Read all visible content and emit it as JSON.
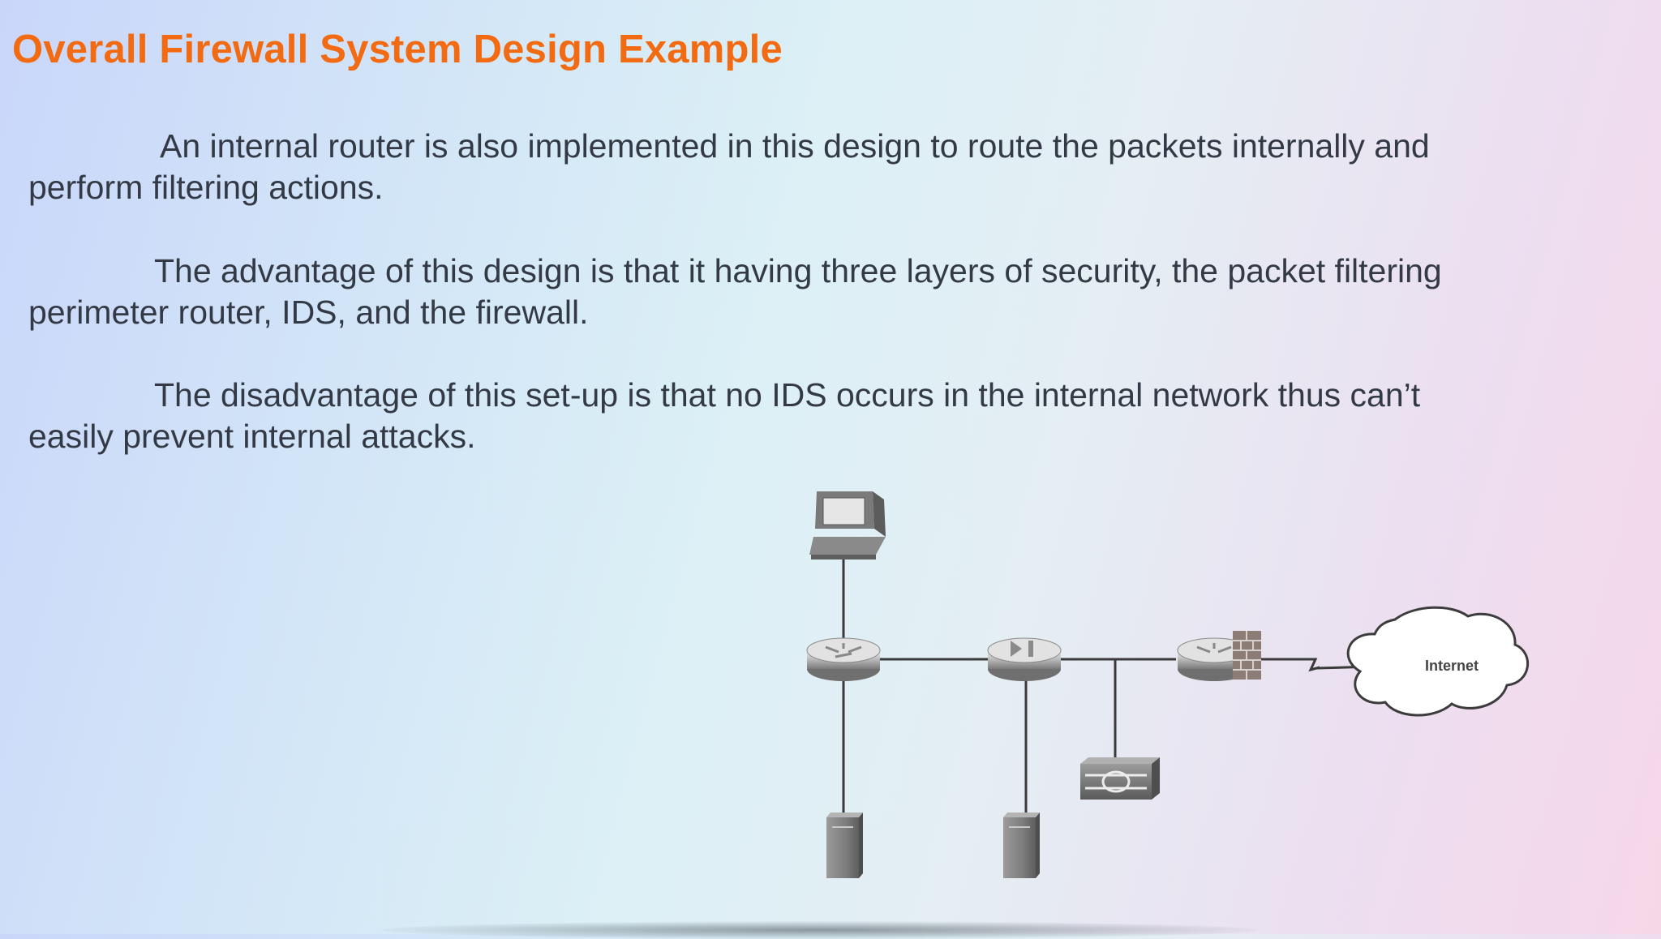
{
  "slide": {
    "title": "Overall Firewall System Design Example",
    "paragraphs": [
      "An internal router is also implemented in this design to route the packets internally and perform filtering actions.",
      "The advantage of this design is that it having three layers of security, the packet filtering perimeter router, IDS, and the firewall.",
      "The disadvantage of this set-up is that no IDS occurs in the internal network thus can’t easily prevent internal attacks."
    ]
  },
  "diagram": {
    "internet_label": "Internet",
    "nodes": [
      {
        "name": "workstation-icon"
      },
      {
        "name": "internal-router-icon"
      },
      {
        "name": "firewall-icon"
      },
      {
        "name": "perimeter-router-icon"
      },
      {
        "name": "ids-sensor-icon"
      },
      {
        "name": "server-icon"
      },
      {
        "name": "server-icon"
      },
      {
        "name": "internet-cloud-icon"
      }
    ]
  },
  "colors": {
    "title": "#f26b12",
    "body_text": "#333a45",
    "link_line": "#3a3a3a"
  }
}
